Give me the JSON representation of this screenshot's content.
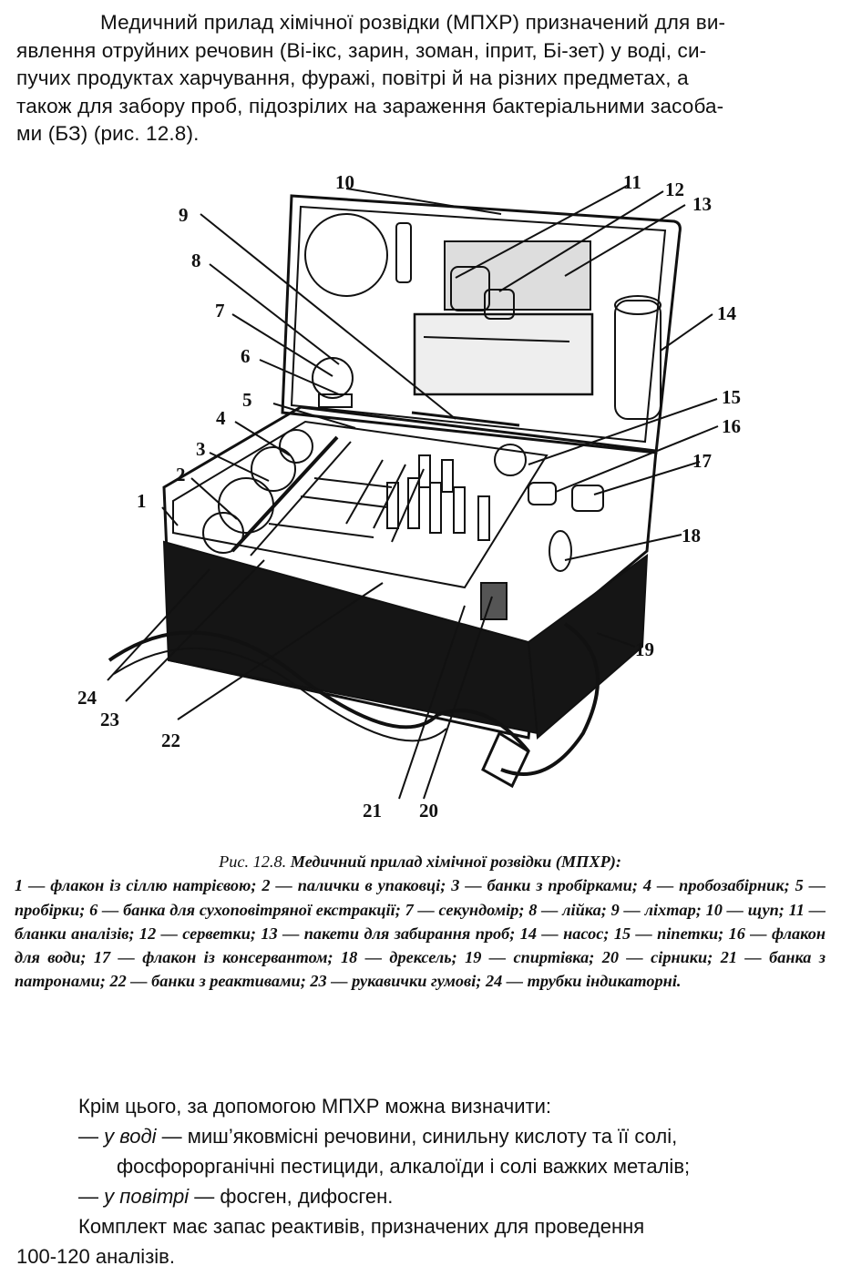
{
  "intro": {
    "lines": [
      "Медичний прилад хімічної розвідки (МПХР) призначений для ви-",
      "явлення отруйних речовин (Ві-ікс, зарин, зоман, іприт, Бі-зет) у воді, си-",
      "пучих продуктах харчування, фуражі, повітрі й на різних предметах, а",
      "також для забору проб, підозрілих на зараження бактеріальними засоба-",
      "ми (БЗ) (рис. 12.8)."
    ]
  },
  "figure": {
    "callouts": [
      "1",
      "2",
      "3",
      "4",
      "5",
      "6",
      "7",
      "8",
      "9",
      "10",
      "11",
      "12",
      "13",
      "14",
      "15",
      "16",
      "17",
      "18",
      "19",
      "20",
      "21",
      "22",
      "23",
      "24"
    ]
  },
  "caption": {
    "prefix": "Рис. 12.8.",
    "title": "Медичний прилад хімічної розвідки (МПХР):",
    "legend": "1 — флакон із сіллю натрієвою; 2 — палички в упаковці; 3 — банки з пробірками; 4 — пробозабірник; 5 — пробірки; 6 — банка для сухоповітряної екстракції; 7 — секундомір; 8 — лійка; 9 — ліхтар; 10 — щуп; 11 — бланки аналізів; 12 — серветки; 13 — пакети для забирання проб; 14 — насос; 15 — піпетки; 16 — флакон для води; 17 — флакон із консервантом; 18 — дрексель; 19 — спиртівка; 20 — сірники; 21 — банка з патронами; 22 — банки з реактивами; 23 — рукавички гумові; 24 — трубки індикаторні."
  },
  "extra": {
    "lead": "Крім цього, за допомогою МПХР можна визначити:",
    "water_dash": "— ",
    "water_label": "у воді",
    "water_sep": " —  ",
    "water_text": "миш’яковмісні речовини, синильну кислоту та її солі,",
    "water_text2": "фосфорорганічні пестициди, алкалоїди і солі важких металів;",
    "air_dash": "— ",
    "air_label": "у повітрі",
    "air_sep": " —  ",
    "air_text": "фосген, дифосген.",
    "kit1": "Комплект має запас реактивів, призначених для  проведення",
    "kit2": "100-120 аналізів."
  }
}
